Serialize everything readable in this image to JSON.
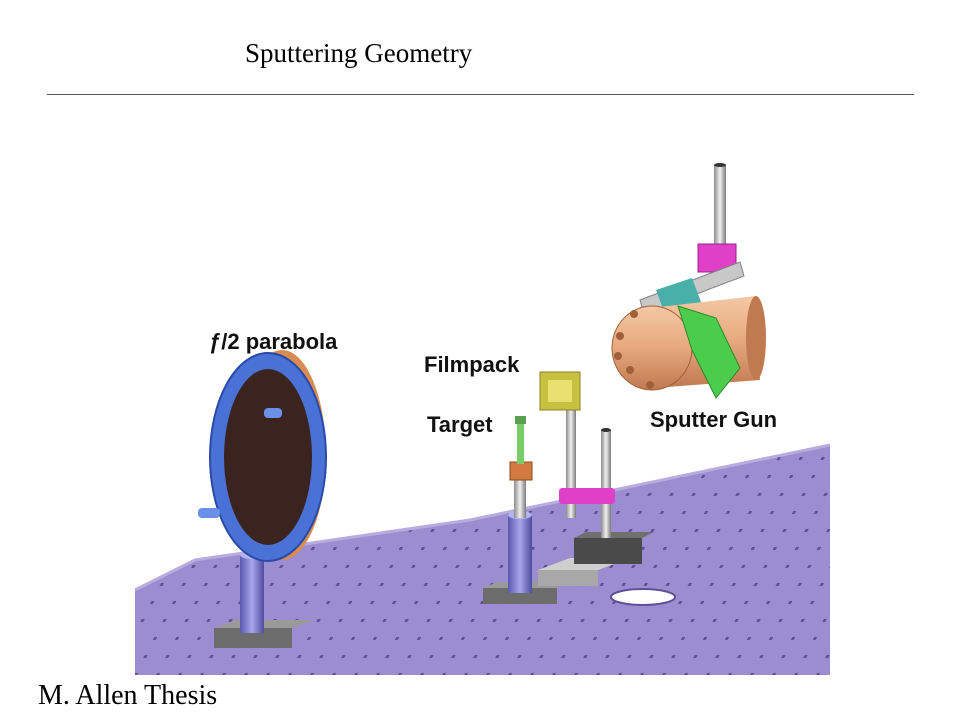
{
  "slide": {
    "title": "Sputtering Geometry",
    "credit": "M. Allen Thesis"
  },
  "diagram": {
    "labels": {
      "parabola": "ƒ/2 parabola",
      "filmpack": "Filmpack",
      "target": "Target",
      "sputter_gun": "Sputter Gun"
    },
    "colors": {
      "table": "#9c8cd0",
      "table_hole": "#5f4f98",
      "mirror_ring": "#4a72d6",
      "mirror_face": "#3b2420",
      "mirror_back": "#d98c52",
      "post": "#7b78d0",
      "base": "#7c7c7c",
      "clamp": "#e040c8",
      "gun_body": "#e6a87c",
      "gun_bracket": "#4ccc4c",
      "filmpack": "#c8c040",
      "target_holder": "#d27a40",
      "steel_rod": "#c8c8c8"
    }
  }
}
